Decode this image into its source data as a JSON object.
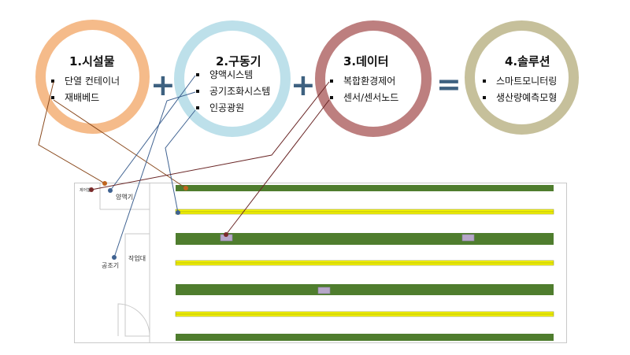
{
  "modules": [
    {
      "title": "1.시설물",
      "items": [
        "단열 컨테이너",
        "재배베드"
      ]
    },
    {
      "title": "2.구동기",
      "items": [
        "양액시스템",
        "공기조화시스템",
        "인공광원"
      ]
    },
    {
      "title": "3.데이터",
      "items": [
        "복합환경제어",
        "센서/센서노드"
      ]
    },
    {
      "title": "4.솔루션",
      "items": [
        "스마트모니터링",
        "생산량예측모형"
      ]
    }
  ],
  "operators": {
    "plus": "+",
    "equals": "="
  },
  "plan": {
    "control_label": "제어함",
    "nutrient_label": "양액기",
    "aircon_label": "공조기",
    "worktable_label": "작업대"
  },
  "colors": {
    "facility": "#f5bb8a",
    "actuator": "#bde0ea",
    "data": "#bd7f7f",
    "solution": "#c6c09b",
    "bed": "#4f7d2e",
    "light": "#f5f500",
    "sensor": "#b7a7c9",
    "operator": "#3e6180"
  }
}
